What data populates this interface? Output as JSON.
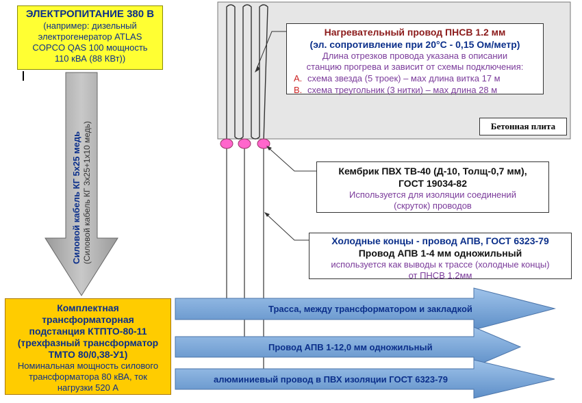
{
  "power": {
    "title": "ЭЛЕКТРОПИТАНИЕ 380 В",
    "lines": [
      "(например: дизельный",
      "электрогенератор ATLAS",
      "COPCO QAS 100  мощность",
      "110 кВА (88 КВт))"
    ]
  },
  "cable": {
    "main": "Силовой кабель КГ 5х25 медь",
    "sub": "(Силовой кабель КГ 3х25+1х10 медь)"
  },
  "slab": {
    "label": "Бетонная плита"
  },
  "heater": {
    "title": "Нагревательный провод ПНСВ 1.2 мм",
    "resistance": "(эл. сопротивление при 20°С - 0,15 Ом/метр)",
    "desc": [
      "Длина отрезков провода указана в описании",
      "станцию прогрева и зависит от схемы подключения:"
    ],
    "items": [
      {
        "marker": "A.",
        "text": "схема звезда (5 троек) – мах длина витка 17 м"
      },
      {
        "marker": "B.",
        "text": "схема треугольник (3 нитки) – мах длина 28 м"
      }
    ]
  },
  "kembrik": {
    "title1": "Кембрик ПВХ ТВ-40 (Д-10, Толщ-0,7 мм),",
    "title2": "ГОСТ 19034-82",
    "desc": [
      "Используется для изоляции соединений",
      "(скруток) проводов"
    ]
  },
  "cold": {
    "title": "Холодные концы - провод АПВ, ГОСТ 6323-79",
    "sub": "Провод АПВ 1-4 мм одножильный",
    "desc": [
      "используется как выводы к трассе (холодные концы)",
      "от ПНСВ 1.2мм"
    ]
  },
  "substation": {
    "title": [
      "Комплектная",
      "трансформаторная",
      "подстанция КТПТО-80-11",
      "(трехфазный трансформатор",
      "ТМТО 80/0,38-У1)"
    ],
    "desc": [
      "Номинальная мощность силового",
      "трансформатора 80 кВА, ток",
      "нагрузки 520 А"
    ]
  },
  "arrows": [
    {
      "text": "Трасса, между трансформатором и закладкой"
    },
    {
      "text": "Провод АПВ 1-12,0 мм одножильный"
    },
    {
      "text": "алюминиевый провод в ПВХ изоляции ГОСТ 6323-79"
    }
  ],
  "colors": {
    "power_bg": "#ffff33",
    "substation_bg": "#ffcc00",
    "arrow_fill": "#7aa7d9",
    "node_fill": "#ff66cc",
    "text_blue": "#0b2f8a"
  }
}
